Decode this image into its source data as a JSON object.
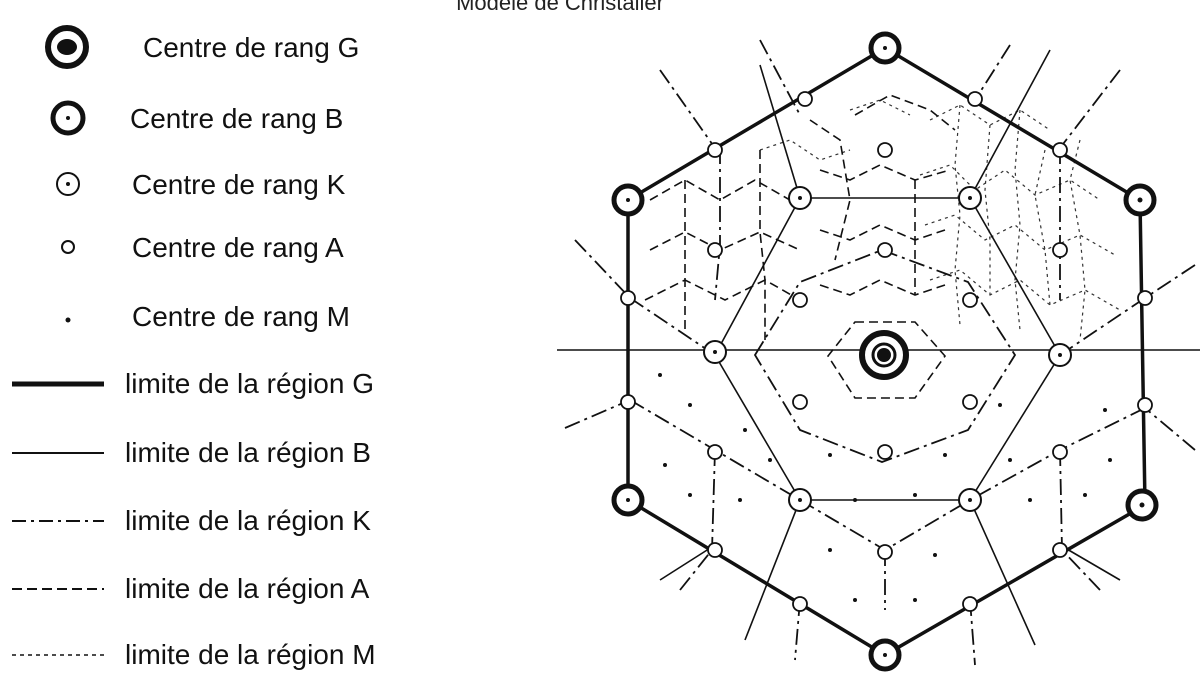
{
  "caption": "Modèle de Christaller",
  "legend": [
    {
      "key": "G",
      "label": "Centre de rang G",
      "icon": "center-rank-G-icon"
    },
    {
      "key": "B",
      "label": "Centre de rang B",
      "icon": "center-rank-B-icon"
    },
    {
      "key": "K",
      "label": "Centre de rang K",
      "icon": "center-rank-K-icon"
    },
    {
      "key": "A",
      "label": "Centre de rang A",
      "icon": "center-rank-A-icon"
    },
    {
      "key": "M",
      "label": "Centre de rang M",
      "icon": "center-rank-M-icon"
    },
    {
      "key": "G",
      "label": "limite de la région G",
      "icon": "boundary-G-line"
    },
    {
      "key": "B",
      "label": "limite de la région B",
      "icon": "boundary-B-line"
    },
    {
      "key": "K",
      "label": "limite de la région K",
      "icon": "boundary-K-line"
    },
    {
      "key": "A",
      "label": "limite de la région A",
      "icon": "boundary-A-line"
    },
    {
      "key": "M",
      "label": "limite de la région M",
      "icon": "boundary-M-line"
    }
  ],
  "colors": {
    "ink": "#111111",
    "background": "#ffffff"
  }
}
